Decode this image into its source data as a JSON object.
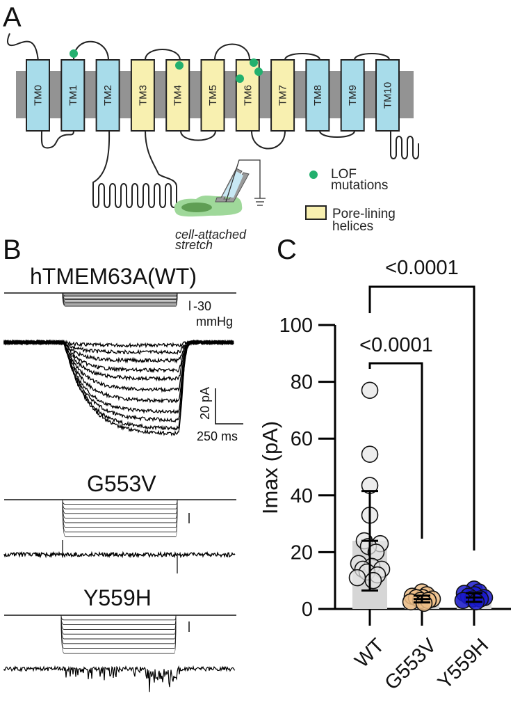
{
  "panel_a": {
    "letter": "A",
    "helices": [
      {
        "label": "TM0",
        "type": "other"
      },
      {
        "label": "TM1",
        "type": "other"
      },
      {
        "label": "TM2",
        "type": "other"
      },
      {
        "label": "TM3",
        "type": "pore-lining"
      },
      {
        "label": "TM4",
        "type": "pore-lining"
      },
      {
        "label": "TM5",
        "type": "pore-lining"
      },
      {
        "label": "TM6",
        "type": "pore-lining"
      },
      {
        "label": "TM7",
        "type": "pore-lining"
      },
      {
        "label": "TM8",
        "type": "other"
      },
      {
        "label": "TM9",
        "type": "other"
      },
      {
        "label": "TM10",
        "type": "other"
      }
    ],
    "colors": {
      "other_helix": "#a8dcea",
      "pore_lining_helix": "#f8f0b0",
      "membrane": "#939393",
      "lof_dot": "#23b06e",
      "cell": "#9fd89a",
      "nucleus": "#5f9e54",
      "pipette_fill": "#c8e8f4"
    },
    "legend": {
      "lof_line1": "LOF",
      "lof_line2": "mutations",
      "pore_line1": "Pore-lining",
      "pore_line2": "helices"
    },
    "cartoon_caption_line1": "cell-attached",
    "cartoon_caption_line2": "stretch"
  },
  "panel_b": {
    "letter": "B",
    "traces": [
      {
        "title": "hTMEM63A(WT)",
        "pressure_scale": "-30",
        "pressure_unit": "mmHg",
        "responds": true
      },
      {
        "title": "G553V",
        "responds": false
      },
      {
        "title": "Y559H",
        "responds": false
      }
    ],
    "current_scale": "20 pA",
    "time_scale": "250 ms"
  },
  "chart_data": {
    "type": "bar",
    "panel_letter": "C",
    "title": "",
    "xlabel": "",
    "ylabel": "Imax (pA)",
    "ylim": [
      0,
      100
    ],
    "yticks": [
      "0",
      "20",
      "40",
      "60",
      "80",
      "100"
    ],
    "categories": [
      "WT",
      "G553V",
      "Y559H"
    ],
    "series": [
      {
        "name": "mean",
        "values": [
          24,
          3.5,
          4
        ],
        "error_sd": [
          17.5,
          1.2,
          1.5
        ]
      }
    ],
    "points": {
      "WT": [
        77,
        54.5,
        43.5,
        33,
        24,
        23,
        22,
        20,
        16,
        15,
        14,
        14,
        13,
        12,
        11,
        10
      ],
      "G553V": [
        6,
        5,
        4.5,
        4,
        4,
        3.5,
        3,
        3,
        2.5,
        2
      ],
      "Y559H": [
        7,
        6,
        5.5,
        5,
        4.5,
        4,
        3.5,
        3.5,
        3,
        2.5
      ]
    },
    "colors": {
      "WT": "#e6e6e6",
      "G553V": "#f0bf88",
      "Y559H": "#1a1acd",
      "bar": "#d6d6d6"
    },
    "significance": [
      {
        "from": "WT",
        "to": "G553V",
        "label": "<0.0001"
      },
      {
        "from": "WT",
        "to": "Y559H",
        "label": "<0.0001"
      }
    ]
  }
}
